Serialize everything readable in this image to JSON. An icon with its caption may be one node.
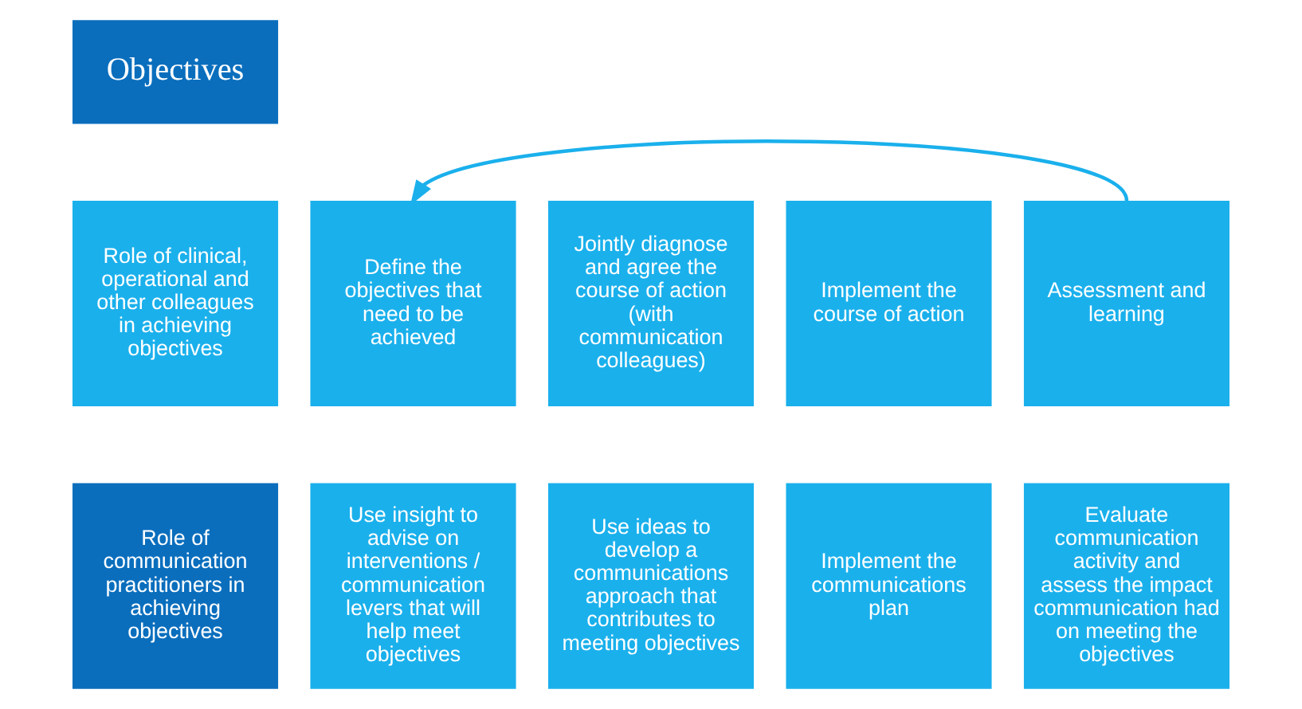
{
  "diagram": {
    "nodes": [
      {
        "text": [
          "Objectives"
        ]
      },
      {
        "text": [
          "Role of clinical, operational and other colleagues in achieving objectives"
        ]
      },
      {
        "text": [
          "Define the objectives that need to be achieved"
        ]
      },
      {
        "text": [
          "Jointly diagnose and agree the course of action (with communication colleagues)"
        ]
      },
      {
        "text": [
          "Implement the course of action"
        ]
      },
      {
        "text": [
          "Assessment and learning"
        ]
      },
      {
        "text": [
          "Role of communication practitioners in achieving objectives"
        ]
      },
      {
        "text": [
          "Use insight to advise on interventions / communication levers that will help meet objectives"
        ]
      },
      {
        "text": [
          "Use ideas to develop a communications approach that contributes to meeting objectives"
        ]
      },
      {
        "text": [
          "Implement the communications plan"
        ]
      },
      {
        "text": [
          "Evaluate communication activity and assess the impact communication had on meeting the objectives"
        ]
      }
    ],
    "edges": [
      {
        "from": 5,
        "to": 2,
        "arrow": "to"
      }
    ]
  }
}
